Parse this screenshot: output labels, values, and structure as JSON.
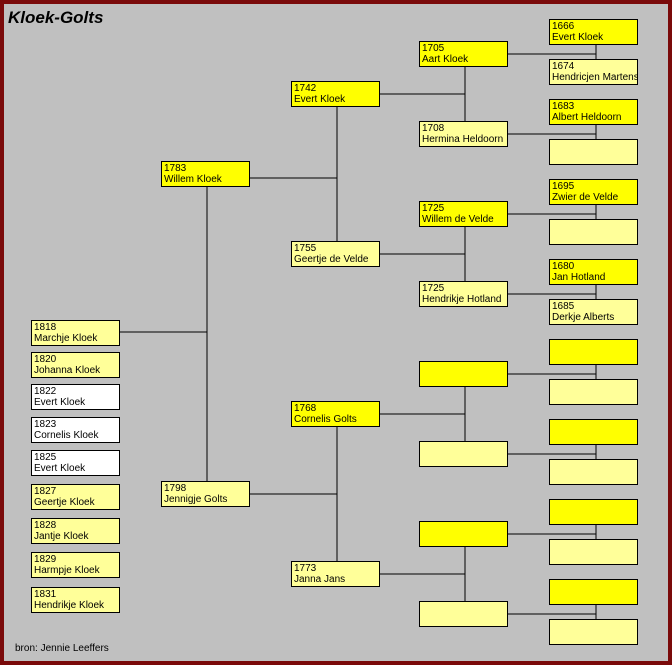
{
  "title": "Kloek-Golts",
  "source": "bron: Jennie Leeffers",
  "colors": {
    "frame": "#7a0a0a",
    "background": "#c0c0c0",
    "male": "#ffff00",
    "female": "#ffff99",
    "child_male": "#ffffff",
    "child_female": "#ffff99"
  },
  "children": [
    {
      "year": "1818",
      "name": "Marchje Kloek"
    },
    {
      "year": "1820",
      "name": "Johanna Kloek"
    },
    {
      "year": "1822",
      "name": "Evert Kloek"
    },
    {
      "year": "1823",
      "name": "Cornelis Kloek"
    },
    {
      "year": "1825",
      "name": "Evert Kloek"
    },
    {
      "year": "1827",
      "name": "Geertje Kloek"
    },
    {
      "year": "1828",
      "name": "Jantje Kloek"
    },
    {
      "year": "1829",
      "name": "Harmpje Kloek"
    },
    {
      "year": "1831",
      "name": "Hendrikje Kloek"
    }
  ],
  "parents": {
    "father": {
      "year": "1783",
      "name": "Willem Kloek"
    },
    "mother": {
      "year": "1798",
      "name": "Jennigje Golts"
    }
  },
  "grandparents": {
    "ff": {
      "year": "1742",
      "name": "Evert Kloek"
    },
    "fm": {
      "year": "1755",
      "name": "Geertje de Velde"
    },
    "mf": {
      "year": "1768",
      "name": "Cornelis Golts"
    },
    "mm": {
      "year": "1773",
      "name": "Janna Jans"
    }
  },
  "great_grandparents": {
    "fff": {
      "year": "1705",
      "name": "Aart Kloek"
    },
    "ffm": {
      "year": "1708",
      "name": "Hermina Heldoorn"
    },
    "fmf": {
      "year": "1725",
      "name": "Willem de Velde"
    },
    "fmm": {
      "year": "1725",
      "name": "Hendrikje Hotland"
    },
    "mff": {
      "year": "",
      "name": ""
    },
    "mfm": {
      "year": "",
      "name": ""
    },
    "mmf": {
      "year": "",
      "name": ""
    },
    "mmm": {
      "year": "",
      "name": ""
    }
  },
  "great_great_grandparents": {
    "ffff": {
      "year": "1666",
      "name": "Evert Kloek"
    },
    "fffm": {
      "year": "1674",
      "name": "Hendricjen Martens"
    },
    "ffmf": {
      "year": "1683",
      "name": "Albert Heldoorn"
    },
    "ffmm": {
      "year": "",
      "name": ""
    },
    "fmff": {
      "year": "1695",
      "name": "Zwier de Velde"
    },
    "fmfm": {
      "year": "",
      "name": ""
    },
    "fmmf": {
      "year": "1680",
      "name": "Jan Hotland"
    },
    "fmmm": {
      "year": "1685",
      "name": "Derkje Alberts"
    },
    "mfff": {
      "year": "",
      "name": ""
    },
    "mffm": {
      "year": "",
      "name": ""
    },
    "mfmf": {
      "year": "",
      "name": ""
    },
    "mfmm": {
      "year": "",
      "name": ""
    },
    "mmff": {
      "year": "",
      "name": ""
    },
    "mmfm": {
      "year": "",
      "name": ""
    },
    "mmmf": {
      "year": "",
      "name": ""
    },
    "mmmm": {
      "year": "",
      "name": ""
    }
  }
}
